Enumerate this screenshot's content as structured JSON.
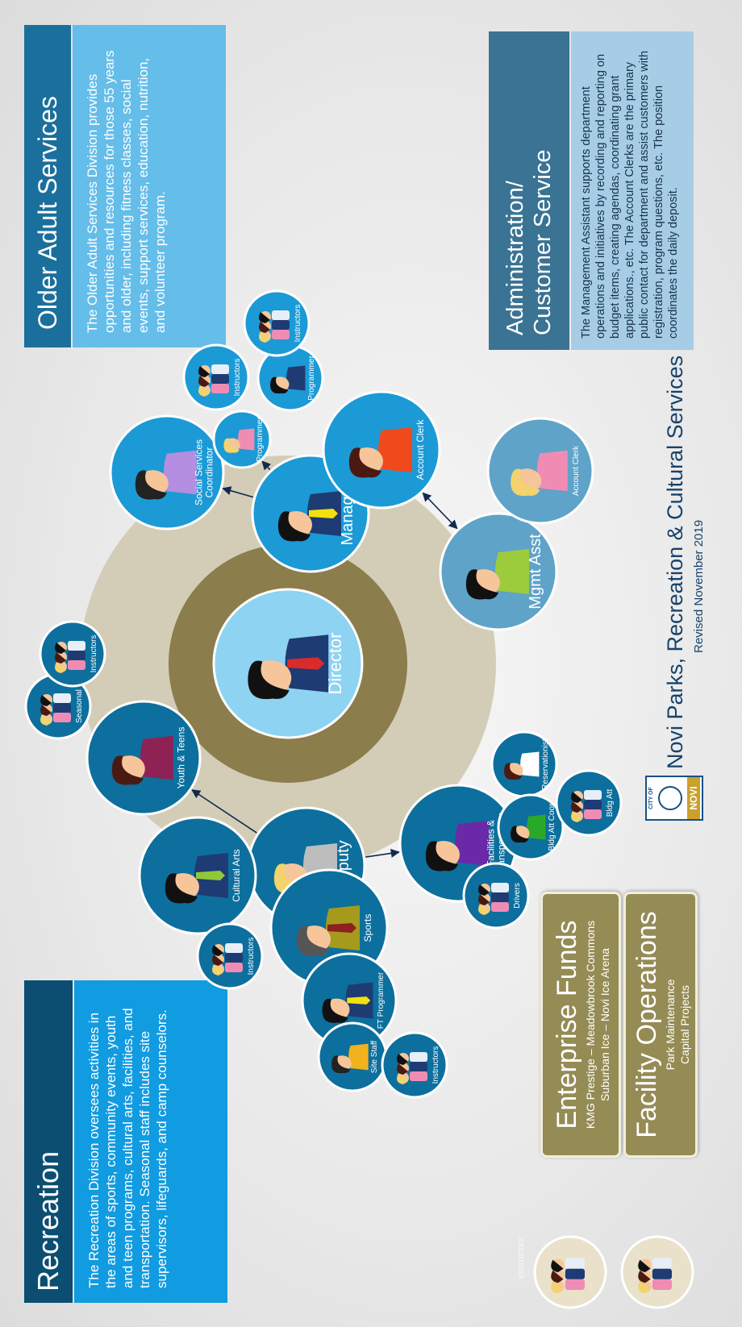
{
  "panels": {
    "older_adult": {
      "title": "Older Adult Services",
      "text": "The Older Adult Services Division provides opportunities and resources for those 55 years and older, including fitness classes, social events, support services, education, nutrition, and volunteer program."
    },
    "recreation": {
      "title": "Recreation",
      "text": "The Recreation Division oversees activities in the areas of sports, community events, youth and teen programs, cultural arts, facilities, and transportation.  Seasonal staff includes site supervisors, lifeguards, and camp counselors."
    },
    "administration": {
      "title_line1": "Administration/",
      "title_line2": "Customer Service",
      "text": "The Management Assistant supports department operations and initiatives by recording and reporting on budget items, creating agendas, coordinating grant applications., etc. The Account Clerks are the primary public contact for department and assist customers with registration,  program questions, etc.  The position coordinates the daily deposit."
    }
  },
  "enterprise_funds": {
    "title": "Enterprise Funds",
    "line1": "KMG Prestige – Meadowbrook Commons",
    "line2": "Suburban Ice – Novi Ice Arena"
  },
  "facility_operations": {
    "title": "Facility Operations",
    "line1": "Park Maintenance",
    "line2": "Capital Projects"
  },
  "footer": {
    "title": "Novi Parks, Recreation & Cultural Services",
    "revised": "Revised November 2019",
    "logo_top": "CITY OF",
    "logo_bottom": "NOVI"
  },
  "bottom_left": {
    "faint_label": "Instructors"
  },
  "nodes": [
    {
      "id": "director",
      "label": "Director",
      "fill": "#8ed3f2",
      "hair": "#111111",
      "skin": "#f6c69a",
      "shirt": "#1f3b73",
      "tie": "#d92b2b",
      "icon": "person-icon"
    },
    {
      "id": "deputy",
      "label": "Deputy",
      "fill": "#0d6f9d",
      "hair": "#f3d36b",
      "skin": "#f6c69a",
      "shirt": "#bdbdbd",
      "icon": "person-icon"
    },
    {
      "id": "manager",
      "label": "Manager",
      "fill": "#1b9ad6",
      "hair": "#111111",
      "skin": "#f6c69a",
      "shirt": "#1f3b73",
      "tie": "#f2e10c",
      "icon": "person-icon"
    },
    {
      "id": "mgmt_asst",
      "label": "Mgmt Asst",
      "fill": "#5fa3c9",
      "hair": "#111111",
      "skin": "#f6c69a",
      "shirt": "#9ccc3c",
      "icon": "person-icon"
    },
    {
      "id": "youth_teens",
      "label": "Youth & Teens",
      "fill": "#0d6f9d",
      "hair": "#4a1a12",
      "skin": "#f6c69a",
      "shirt": "#8e2255",
      "icon": "person-icon"
    },
    {
      "id": "cultural_arts",
      "label": "Cultural Arts",
      "fill": "#0d6f9d",
      "hair": "#111111",
      "skin": "#f6c69a",
      "shirt": "#1f3b73",
      "tie": "#8fc93a",
      "icon": "person-icon"
    },
    {
      "id": "sports",
      "label": "Sports",
      "fill": "#0d6f9d",
      "hair": "#555555",
      "skin": "#f6c69a",
      "shirt": "#a59a1c",
      "tie": "#8e2020",
      "icon": "person-icon"
    },
    {
      "id": "ft_programmer",
      "label": "FT Programmer",
      "fill": "#0d6f9d",
      "hair": "#111111",
      "skin": "#f6c69a",
      "shirt": "#1f3b73",
      "tie": "#f2e10c",
      "icon": "person-icon"
    },
    {
      "id": "site_staff",
      "label": "Site Staff",
      "fill": "#0d6f9d",
      "hair": "#222222",
      "skin": "#f6c69a",
      "shirt": "#f2b21c",
      "icon": "person-icon"
    },
    {
      "id": "rec_instructors_a",
      "label": "Instructors",
      "fill": "#0d6f9d",
      "icon": "group-icon"
    },
    {
      "id": "rec_instructors_b",
      "label": "Instructors",
      "fill": "#0d6f9d",
      "icon": "group-icon"
    },
    {
      "id": "seasonal",
      "label": "Seasonal",
      "fill": "#0d6f9d",
      "icon": "group-icon"
    },
    {
      "id": "youth_instructors",
      "label": "Instructors",
      "fill": "#0d6f9d",
      "icon": "group-icon"
    },
    {
      "id": "facilities",
      "label": "Facilities &",
      "label2": "Transportation",
      "fill": "#0d6f9d",
      "hair": "#111111",
      "skin": "#f6c69a",
      "shirt": "#6a2aa8",
      "icon": "person-icon"
    },
    {
      "id": "reservationist",
      "label": "Reservationist",
      "fill": "#0d6f9d",
      "hair": "#4a1a12",
      "skin": "#f6c69a",
      "shirt": "#ffffff",
      "icon": "person-icon"
    },
    {
      "id": "bldg_att_coor",
      "label": "Bldg Att Coor",
      "fill": "#0d6f9d",
      "hair": "#111111",
      "skin": "#f6c69a",
      "shirt": "#2aa82a",
      "icon": "person-icon"
    },
    {
      "id": "bldg_att",
      "label": "Bldg Att",
      "fill": "#0d6f9d",
      "icon": "group-icon"
    },
    {
      "id": "drivers",
      "label": "Drivers",
      "fill": "#0d6f9d",
      "icon": "group-icon"
    },
    {
      "id": "social_services",
      "label": "Social Services",
      "label2": "Coordinator",
      "fill": "#1b9ad6",
      "hair": "#222222",
      "skin": "#f6c69a",
      "shirt": "#b48ee0",
      "icon": "person-icon"
    },
    {
      "id": "oa_programmer_a",
      "label": "Programmer",
      "fill": "#1b9ad6",
      "hair": "#f3d36b",
      "skin": "#f6c69a",
      "shirt": "#f08cb4",
      "icon": "person-icon"
    },
    {
      "id": "oa_instructors_a",
      "label": "Instructors",
      "fill": "#1b9ad6",
      "icon": "group-icon"
    },
    {
      "id": "oa_programmer_b",
      "label": "Programmer",
      "fill": "#1b9ad6",
      "hair": "#111111",
      "skin": "#f6c69a",
      "shirt": "#1f3b73",
      "icon": "person-icon"
    },
    {
      "id": "oa_instructors_b",
      "label": "Instructors",
      "fill": "#1b9ad6",
      "icon": "group-icon"
    },
    {
      "id": "account_clerk_a",
      "label": "Account Clerk",
      "fill": "#1b9ad6",
      "hair": "#4a1a12",
      "skin": "#f6c69a",
      "shirt": "#f04a1c",
      "icon": "person-icon"
    },
    {
      "id": "account_clerk_b",
      "label": "Account Clerk",
      "fill": "#5fa3c9",
      "hair": "#f3d36b",
      "skin": "#f6c69a",
      "shirt": "#f08cb4",
      "icon": "person-icon"
    },
    {
      "id": "bl_group_a",
      "label": "",
      "fill": "#e9e1c9",
      "icon": "group-icon"
    },
    {
      "id": "bl_group_b",
      "label": "",
      "fill": "#e9e1c9",
      "icon": "group-icon"
    }
  ],
  "connections": [
    {
      "from": "deputy",
      "to": "youth_teens"
    },
    {
      "from": "deputy",
      "to": "cultural_arts"
    },
    {
      "from": "deputy",
      "to": "sports"
    },
    {
      "from": "deputy",
      "to": "facilities"
    },
    {
      "from": "manager",
      "to": "social_services"
    },
    {
      "from": "manager",
      "to": "oa_programmer_a"
    },
    {
      "from": "manager",
      "to": "account_clerk_a"
    },
    {
      "from": "mgmt_asst",
      "to": "account_clerk_a",
      "bidirectional": true
    },
    {
      "from": "mgmt_asst",
      "to": "account_clerk_b",
      "bidirectional": true
    }
  ],
  "colors": {
    "dark_blue": "#0d6f9d",
    "mid_blue": "#1b9ad6",
    "light_blue": "#8ed3f2",
    "steel_blue": "#5fa3c9",
    "gold": "#958b55",
    "ring_tan": "#d3cdb8",
    "ring_olive": "#8b7e4c"
  }
}
